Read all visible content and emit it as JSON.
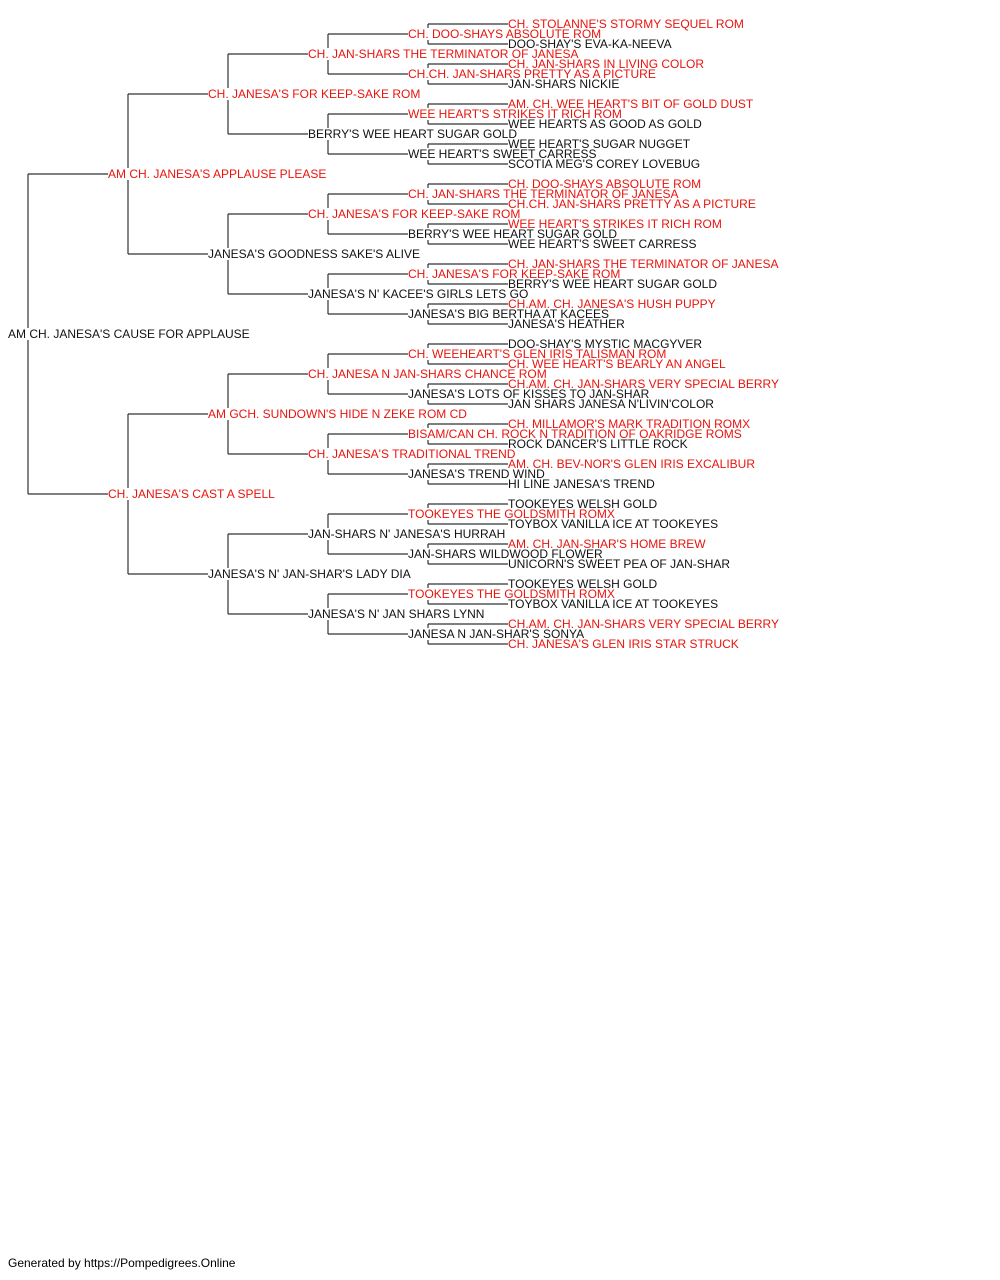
{
  "colors": {
    "titled": "#e8140e",
    "untitled": "#111111",
    "line": "#333333"
  },
  "pedigree": {
    "n": "AM CH. JANESA'S CAUSE FOR APPLAUSE",
    "t": false,
    "s": {
      "n": "AM CH. JANESA'S APPLAUSE PLEASE",
      "t": true,
      "s": {
        "n": "CH. JANESA'S FOR KEEP-SAKE ROM",
        "t": true,
        "s": {
          "n": "CH. JAN-SHARS THE TERMINATOR OF JANESA",
          "t": true,
          "s": {
            "n": "CH. DOO-SHAYS ABSOLUTE ROM",
            "t": true,
            "s": {
              "n": "CH. STOLANNE'S STORMY SEQUEL ROM",
              "t": true
            },
            "d": {
              "n": "DOO-SHAY'S EVA-KA-NEEVA",
              "t": false
            }
          },
          "d": {
            "n": "CH.CH. JAN-SHARS PRETTY AS A PICTURE",
            "t": true,
            "s": {
              "n": "CH. JAN-SHARS IN LIVING COLOR",
              "t": true
            },
            "d": {
              "n": "JAN-SHARS NICKIE",
              "t": false
            }
          }
        },
        "d": {
          "n": "BERRY'S WEE HEART SUGAR GOLD",
          "t": false,
          "s": {
            "n": "WEE HEART'S STRIKES IT RICH ROM",
            "t": true,
            "s": {
              "n": "AM. CH. WEE HEART'S BIT OF GOLD DUST",
              "t": true
            },
            "d": {
              "n": "WEE HEARTS AS GOOD AS GOLD",
              "t": false
            }
          },
          "d": {
            "n": "WEE HEART'S SWEET CARRESS",
            "t": false,
            "s": {
              "n": "WEE HEART'S SUGAR NUGGET",
              "t": false
            },
            "d": {
              "n": "SCOTIA MEG'S COREY LOVEBUG",
              "t": false
            }
          }
        }
      },
      "d": {
        "n": "JANESA'S GOODNESS SAKE'S ALIVE",
        "t": false,
        "s": {
          "n": "CH. JANESA'S FOR KEEP-SAKE ROM",
          "t": true,
          "s": {
            "n": "CH. JAN-SHARS THE TERMINATOR OF JANESA",
            "t": true,
            "s": {
              "n": "CH. DOO-SHAYS ABSOLUTE ROM",
              "t": true
            },
            "d": {
              "n": "CH.CH. JAN-SHARS PRETTY AS A PICTURE",
              "t": true
            }
          },
          "d": {
            "n": "BERRY'S WEE HEART SUGAR GOLD",
            "t": false,
            "s": {
              "n": "WEE HEART'S STRIKES IT RICH ROM",
              "t": true
            },
            "d": {
              "n": "WEE HEART'S SWEET CARRESS",
              "t": false
            }
          }
        },
        "d": {
          "n": "JANESA'S N' KACEE'S GIRLS LETS GO",
          "t": false,
          "s": {
            "n": "CH. JANESA'S FOR KEEP-SAKE ROM",
            "t": true,
            "s": {
              "n": "CH. JAN-SHARS THE TERMINATOR OF JANESA",
              "t": true
            },
            "d": {
              "n": "BERRY'S WEE HEART SUGAR GOLD",
              "t": false
            }
          },
          "d": {
            "n": "JANESA'S BIG BERTHA AT KACEES",
            "t": false,
            "s": {
              "n": "CH.AM. CH. JANESA'S HUSH PUPPY",
              "t": true
            },
            "d": {
              "n": "JANESA'S HEATHER",
              "t": false
            }
          }
        }
      }
    },
    "d": {
      "n": "CH. JANESA'S CAST A SPELL",
      "t": true,
      "s": {
        "n": "AM GCH. SUNDOWN'S HIDE N ZEKE ROM CD",
        "t": true,
        "s": {
          "n": "CH. JANESA N JAN-SHARS CHANCE ROM",
          "t": true,
          "s": {
            "n": "CH. WEEHEART'S GLEN IRIS TALISMAN ROM",
            "t": true,
            "s": {
              "n": "DOO-SHAY'S MYSTIC MACGYVER",
              "t": false
            },
            "d": {
              "n": "CH. WEE HEART'S BEARLY AN ANGEL",
              "t": true
            }
          },
          "d": {
            "n": "JANESA'S LOTS OF KISSES TO JAN-SHAR",
            "t": false,
            "s": {
              "n": "CH.AM. CH. JAN-SHARS VERY SPECIAL BERRY",
              "t": true
            },
            "d": {
              "n": "JAN SHARS JANESA N'LIVIN'COLOR",
              "t": false
            }
          }
        },
        "d": {
          "n": "CH. JANESA'S TRADITIONAL TREND",
          "t": true,
          "s": {
            "n": "BISAM/CAN CH. ROCK N TRADITION OF OAKRIDGE ROMS",
            "t": true,
            "s": {
              "n": "CH. MILLAMOR'S MARK TRADITION ROMX",
              "t": true
            },
            "d": {
              "n": "ROCK DANCER'S LITTLE ROCK",
              "t": false
            }
          },
          "d": {
            "n": "JANESA'S TREND WIND",
            "t": false,
            "s": {
              "n": "AM. CH. BEV-NOR'S GLEN IRIS EXCALIBUR",
              "t": true
            },
            "d": {
              "n": "HI LINE JANESA'S TREND",
              "t": false
            }
          }
        }
      },
      "d": {
        "n": "JANESA'S N' JAN-SHAR'S LADY DIA",
        "t": false,
        "s": {
          "n": "JAN-SHARS N' JANESA'S HURRAH",
          "t": false,
          "s": {
            "n": "TOOKEYES THE GOLDSMITH ROMX",
            "t": true,
            "s": {
              "n": "TOOKEYES WELSH GOLD",
              "t": false
            },
            "d": {
              "n": "TOYBOX VANILLA ICE AT TOOKEYES",
              "t": false
            }
          },
          "d": {
            "n": "JAN-SHARS WILDWOOD FLOWER",
            "t": false,
            "s": {
              "n": "AM. CH. JAN-SHAR'S HOME BREW",
              "t": true
            },
            "d": {
              "n": "UNICORN'S SWEET PEA OF JAN-SHAR",
              "t": false
            }
          }
        },
        "d": {
          "n": "JANESA'S N' JAN SHARS LYNN",
          "t": false,
          "s": {
            "n": "TOOKEYES THE GOLDSMITH ROMX",
            "t": true,
            "s": {
              "n": "TOOKEYES WELSH GOLD",
              "t": false
            },
            "d": {
              "n": "TOYBOX VANILLA ICE AT TOOKEYES",
              "t": false
            }
          },
          "d": {
            "n": "JANESA N JAN-SHAR'S SONYA",
            "t": false,
            "s": {
              "n": "CH.AM. CH. JAN-SHARS VERY SPECIAL BERRY",
              "t": true
            },
            "d": {
              "n": "CH. JANESA'S GLEN IRIS STAR STRUCK",
              "t": true
            }
          }
        }
      }
    }
  },
  "footer": {
    "text": "Generated by https://Pompedigrees.Online"
  }
}
